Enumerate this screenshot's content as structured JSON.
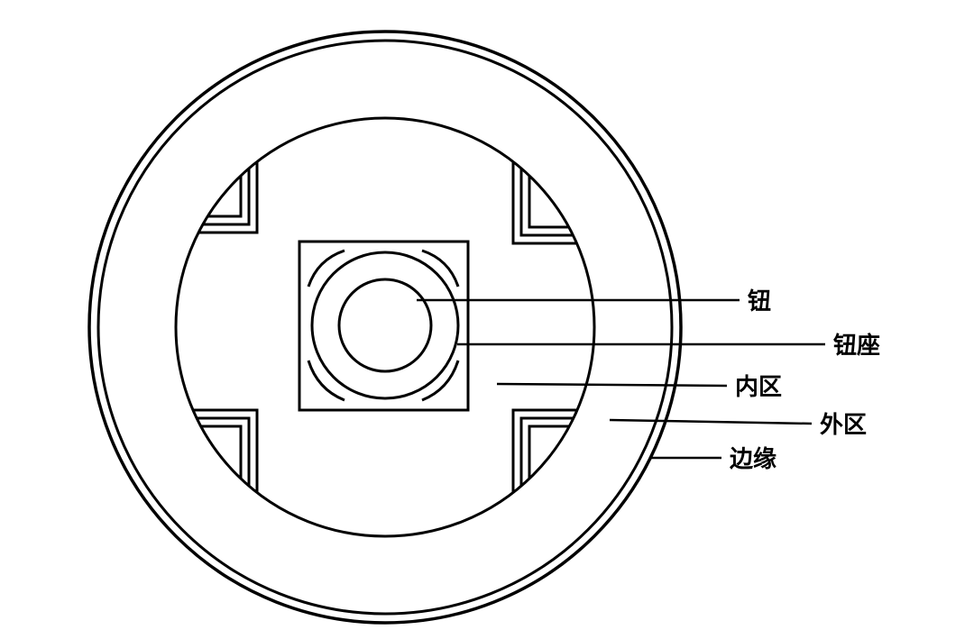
{
  "labels": {
    "knob": "钮",
    "knob_seat": "钮座",
    "inner_zone": "内区",
    "outer_zone": "外区",
    "rim": "边缘"
  }
}
